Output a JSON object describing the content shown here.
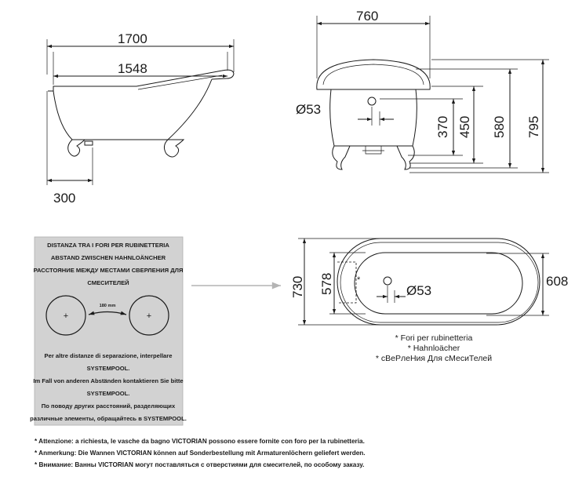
{
  "colors": {
    "line": "#1a1a1a",
    "panel_fill": "#d2d2d2",
    "arrow": "#b4b4b4"
  },
  "side_view": {
    "overall_length": "1700",
    "inner_length": "1548",
    "drain_offset": "300"
  },
  "end_view": {
    "width": "760",
    "hole_diameter": "Ø53",
    "height_370": "370",
    "height_450": "450",
    "height_580": "580",
    "height_795": "795"
  },
  "top_view": {
    "outer_width": "730",
    "inner_width": "578",
    "hole_diameter": "Ø53",
    "foot_width": "608",
    "star": "*"
  },
  "legend": [
    "* Fori per rubinetteria",
    "* Hahnloächer",
    "* сВеРлеНия Для сМесиТелей"
  ],
  "panel": {
    "title_it": "DISTANZA TRA I FORI PER RUBINETTERIA",
    "title_de": "ABSTAND ZWISCHEN HAHNLOÄNCHER",
    "title_ru_1": "РАССТОЯНИЕ МЕЖДУ МЕСТАМИ СВЕРЛЕНИЯ ДЛЯ",
    "title_ru_2": "СМЕСИТЕЛЕЙ",
    "distance": "180 mm",
    "plus": "+",
    "note_it_1": "Per altre distanze di separazione, interpellare",
    "note_it_2": "SYSTEMPOOL.",
    "note_de_1": "Im Fall von anderen Abständen kontaktieren Sie bitte",
    "note_de_2": "SYSTEMPOOL.",
    "note_ru_1": "По поводу других расстояний, разделяющих",
    "note_ru_2": "различные элементы, обращайтесь в SYSTEMPOOL."
  },
  "footnotes": [
    "* Attenzione: a richiesta, le vasche da bagno VICTORIAN possono essere fornite con foro per la rubinetteria.",
    "* Anmerkung: Die Wannen VICTORIAN können auf Sonderbestellung mit Armaturenlöchern geliefert werden.",
    "* Внимание: Ванны VICTORIAN могут поставляться с отверстиями для смесителей, по особому заказу."
  ]
}
